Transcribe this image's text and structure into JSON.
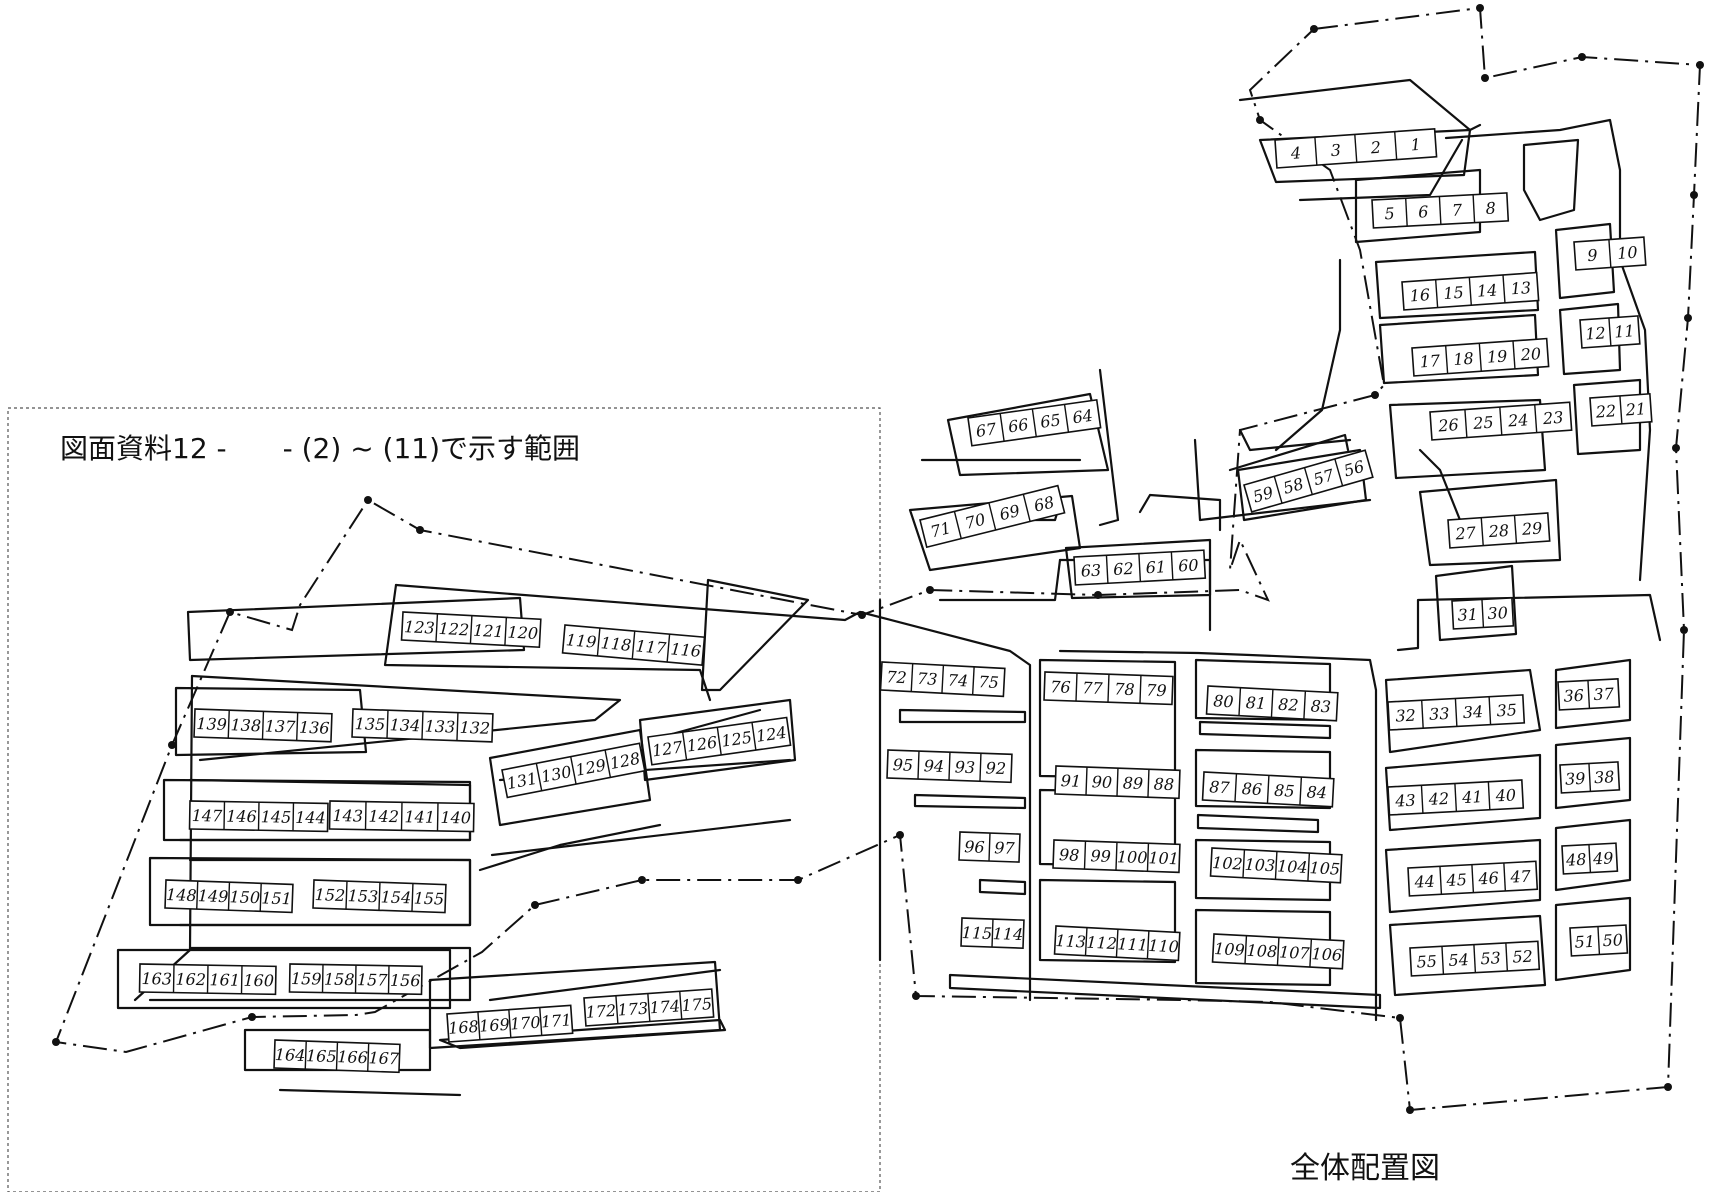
{
  "scope_caption": "図面資料12 -　　- (2) ~ (11)で示す範囲",
  "map_title": "全体配置図",
  "lot_rows": [
    [
      "4",
      "3",
      "2",
      "1"
    ],
    [
      "5",
      "6",
      "7",
      "8"
    ],
    [
      "9",
      "10"
    ],
    [
      "16",
      "15",
      "14",
      "13"
    ],
    [
      "12",
      "11"
    ],
    [
      "17",
      "18",
      "19",
      "20"
    ],
    [
      "22",
      "21"
    ],
    [
      "26",
      "25",
      "24",
      "23"
    ],
    [
      "27",
      "28",
      "29"
    ],
    [
      "31",
      "30"
    ],
    [
      "67",
      "66",
      "65",
      "64"
    ],
    [
      "59",
      "58",
      "57",
      "56"
    ],
    [
      "71",
      "70",
      "69",
      "68"
    ],
    [
      "63",
      "62",
      "61",
      "60"
    ],
    [
      "123",
      "122",
      "121",
      "120"
    ],
    [
      "119",
      "118",
      "117",
      "116"
    ],
    [
      "139",
      "138",
      "137",
      "136"
    ],
    [
      "135",
      "134",
      "133",
      "132"
    ],
    [
      "127",
      "126",
      "125",
      "124"
    ],
    [
      "131",
      "130",
      "129",
      "128"
    ],
    [
      "147",
      "146",
      "145",
      "144"
    ],
    [
      "143",
      "142",
      "141",
      "140"
    ],
    [
      "148",
      "149",
      "150",
      "151"
    ],
    [
      "152",
      "153",
      "154",
      "155"
    ],
    [
      "163",
      "162",
      "161",
      "160"
    ],
    [
      "159",
      "158",
      "157",
      "156"
    ],
    [
      "168",
      "169",
      "170",
      "171"
    ],
    [
      "172",
      "173",
      "174",
      "175"
    ],
    [
      "164",
      "165",
      "166",
      "167"
    ],
    [
      "72",
      "73",
      "74",
      "75"
    ],
    [
      "76",
      "77",
      "78",
      "79"
    ],
    [
      "80",
      "81",
      "82",
      "83"
    ],
    [
      "95",
      "94",
      "93",
      "92"
    ],
    [
      "91",
      "90",
      "89",
      "88"
    ],
    [
      "87",
      "86",
      "85",
      "84"
    ],
    [
      "96",
      "97"
    ],
    [
      "98",
      "99",
      "100",
      "101"
    ],
    [
      "102",
      "103",
      "104",
      "105"
    ],
    [
      "115",
      "114"
    ],
    [
      "113",
      "112",
      "111",
      "110"
    ],
    [
      "109",
      "108",
      "107",
      "106"
    ],
    [
      "32",
      "33",
      "34",
      "35"
    ],
    [
      "36",
      "37"
    ],
    [
      "43",
      "42",
      "41",
      "40"
    ],
    [
      "39",
      "38"
    ],
    [
      "44",
      "45",
      "46",
      "47"
    ],
    [
      "48",
      "49"
    ],
    [
      "55",
      "54",
      "53",
      "52"
    ],
    [
      "51",
      "50"
    ]
  ]
}
